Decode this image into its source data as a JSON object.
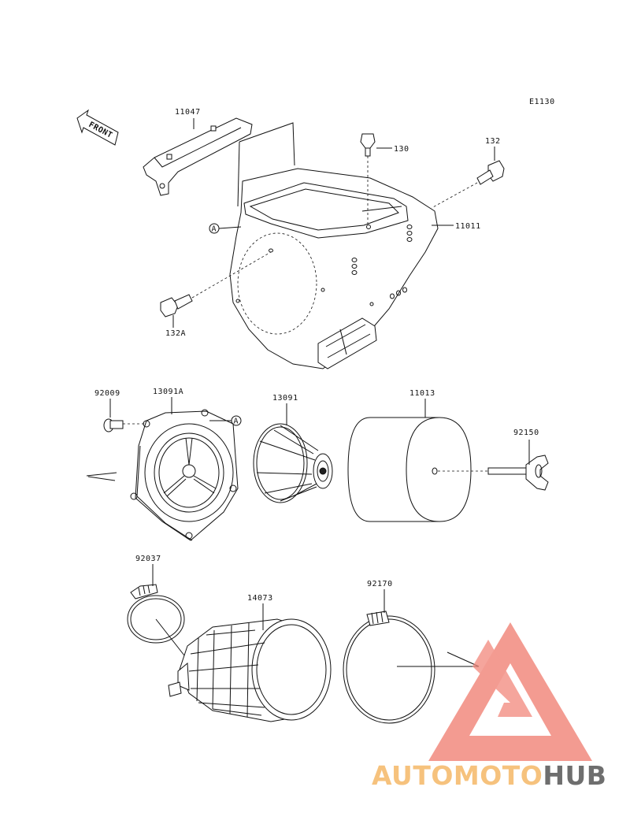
{
  "diagram_code": "E1130",
  "front_arrow_label": "FRONT",
  "callout_marker": "A",
  "parts": [
    {
      "id": "bracket",
      "number": "11047"
    },
    {
      "id": "bolt-top",
      "number": "130"
    },
    {
      "id": "bolt-side",
      "number": "132"
    },
    {
      "id": "case",
      "number": "11011"
    },
    {
      "id": "bolt-lower",
      "number": "132A"
    },
    {
      "id": "screw",
      "number": "92009"
    },
    {
      "id": "holder",
      "number": "13091A"
    },
    {
      "id": "cage",
      "number": "13091"
    },
    {
      "id": "element",
      "number": "11013"
    },
    {
      "id": "wingbolt",
      "number": "92150"
    },
    {
      "id": "clamp-small",
      "number": "92037"
    },
    {
      "id": "duct",
      "number": "14073"
    },
    {
      "id": "clamp-large",
      "number": "92170"
    }
  ],
  "watermark": {
    "part1": "AUTOMOTO",
    "part2": "HUB",
    "color_primary": "#f28a7e",
    "color_secondary": "#f5b867",
    "color_dark": "#555555"
  }
}
